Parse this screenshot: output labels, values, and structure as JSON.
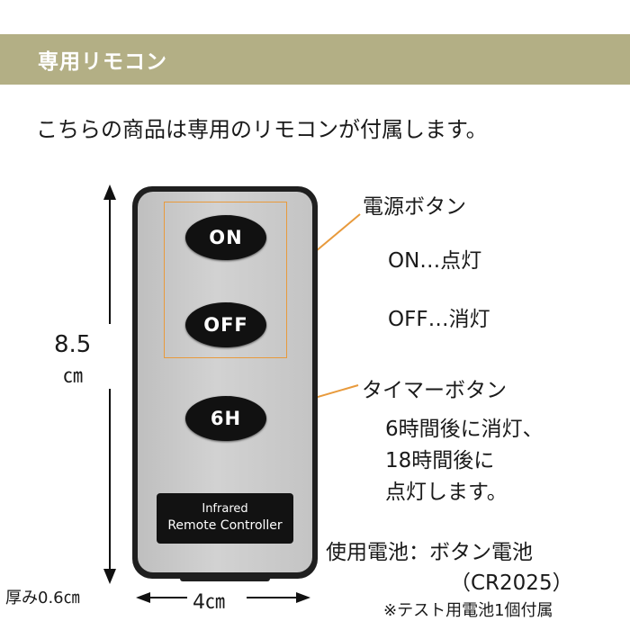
{
  "banner": {
    "title": "専用リモコン",
    "color": "#b3af85"
  },
  "intro": "こちらの商品は専用のリモコンが付属します。",
  "remote": {
    "buttons": [
      {
        "id": "on",
        "label": "ON"
      },
      {
        "id": "off",
        "label": "OFF"
      },
      {
        "id": "timer",
        "label": "6H"
      }
    ],
    "panel_line1": "Infrared",
    "panel_line2": "Remote Controller",
    "highlight_color": "#e89a3c"
  },
  "dimensions": {
    "height_value": "8.5",
    "height_unit": "㎝",
    "thickness": "厚み0.6㎝",
    "width": "4㎝"
  },
  "annotations": {
    "power_title": "電源ボタン",
    "on_desc": "ON…点灯",
    "off_desc": "OFF…消灯",
    "timer_title": "タイマーボタン",
    "timer_line1": "6時間後に消灯、",
    "timer_line2": "18時間後に",
    "timer_line3": "点灯します。"
  },
  "battery": {
    "line1": "使用電池：ボタン電池",
    "line2": "（CR2025）",
    "note": "※テスト用電池1個付属"
  }
}
